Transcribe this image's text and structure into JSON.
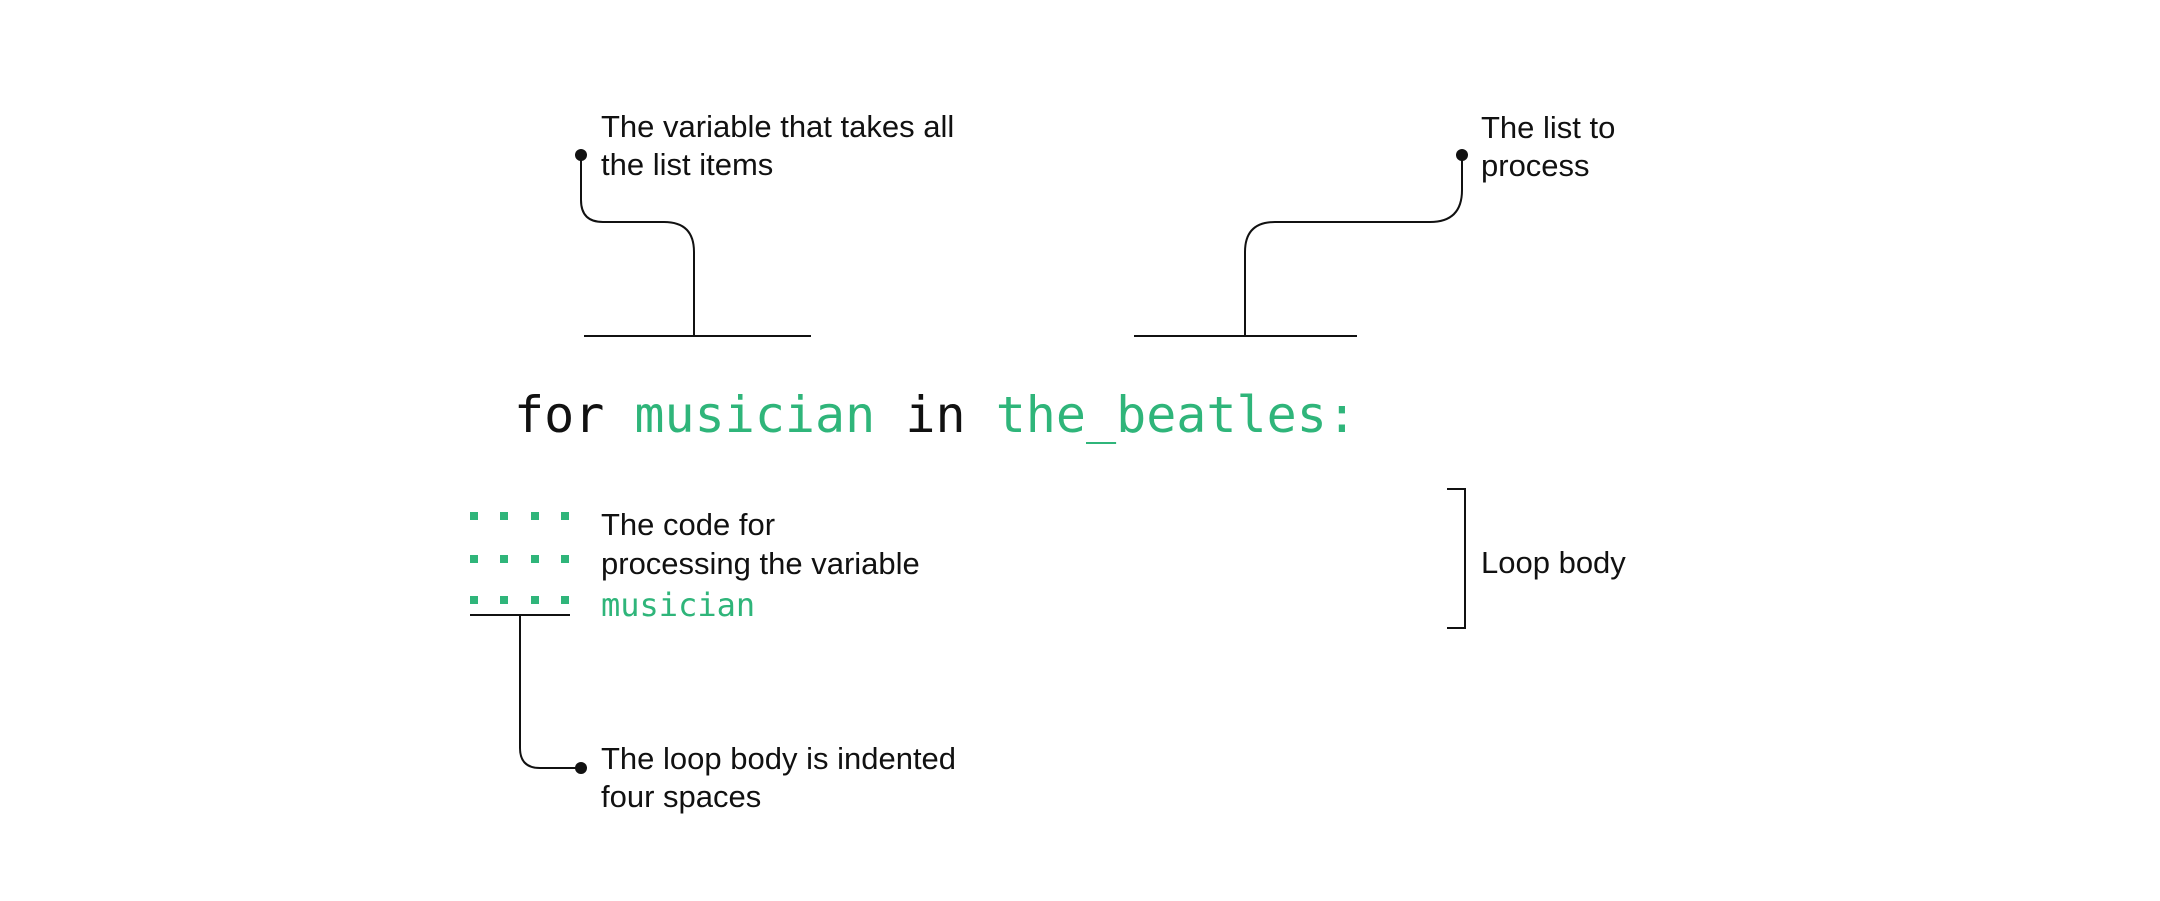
{
  "code_line": {
    "keyword_for": "for",
    "variable": "musician",
    "keyword_in": "in",
    "list_name": "the_beatles:"
  },
  "annotations": {
    "variable_note": {
      "line1": "The variable that takes all",
      "line2": "the list items"
    },
    "list_note": {
      "line1": "The list to",
      "line2": "process"
    },
    "body_note": {
      "line1": "The code for",
      "line2": "processing the variable",
      "line3": "musician"
    },
    "bracket_note": "Loop body",
    "indent_note": {
      "line1": "The loop body is indented",
      "line2": "four spaces"
    }
  },
  "colors": {
    "highlight": "#2fb57a",
    "ink": "#111111"
  }
}
